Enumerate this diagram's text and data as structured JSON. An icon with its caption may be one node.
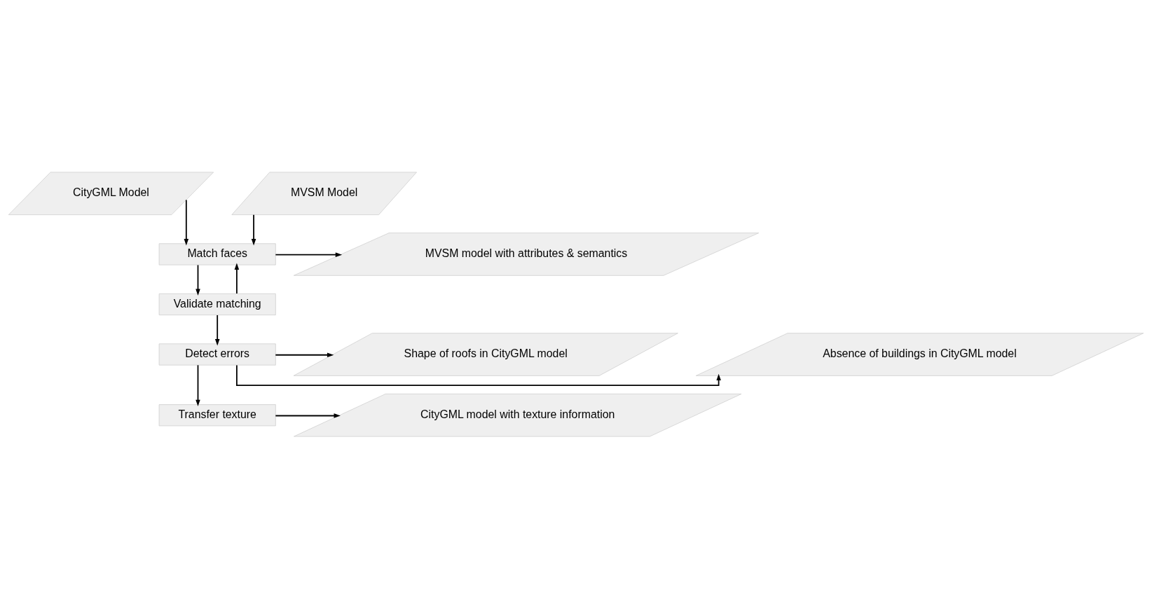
{
  "diagram": {
    "nodes": [
      {
        "text": [
          "CityGML Model"
        ]
      },
      {
        "text": [
          "MVSM Model"
        ]
      },
      {
        "text": [
          "Match faces"
        ]
      },
      {
        "text": [
          "Validate matching"
        ]
      },
      {
        "text": [
          "Detect errors"
        ]
      },
      {
        "text": [
          "Transfer texture"
        ]
      },
      {
        "text": [
          "MVSM model with attributes & semantics"
        ]
      },
      {
        "text": [
          "Absence of buildings in CityGML model"
        ]
      },
      {
        "text": [
          "Shape of roofs in CityGML model"
        ]
      },
      {
        "text": [
          "CityGML model with texture information"
        ]
      }
    ],
    "edges": [
      {
        "from": 0,
        "to": 2,
        "arrow": "to"
      },
      {
        "from": 1,
        "to": 2,
        "arrow": "to"
      },
      {
        "from": 2,
        "to": 3,
        "arrow": "to"
      },
      {
        "from": 3,
        "to": 2,
        "arrow": "to"
      },
      {
        "from": 3,
        "to": 4,
        "arrow": "to"
      },
      {
        "from": 4,
        "to": 5,
        "arrow": "to"
      },
      {
        "from": 2,
        "to": 6,
        "arrow": "to"
      },
      {
        "from": 4,
        "to": 7,
        "arrow": "to"
      },
      {
        "from": 4,
        "to": 8,
        "arrow": "to"
      },
      {
        "from": 5,
        "to": 9,
        "arrow": "to"
      }
    ]
  }
}
